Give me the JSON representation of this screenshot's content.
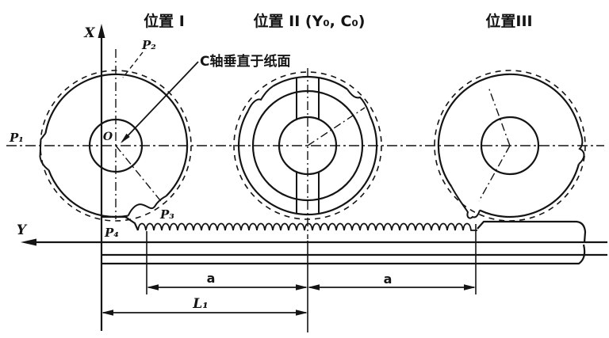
{
  "diagram": {
    "positions": {
      "pos1_label": "位置 I",
      "pos2_label": "位置 II (Y₀, C₀)",
      "pos3_label": "位置III"
    },
    "axes": {
      "x_label": "X",
      "y_label": "Y",
      "origin_label": "O"
    },
    "points": {
      "p1": "P₁",
      "p2": "P₂",
      "p3": "P₃",
      "p4": "P₄"
    },
    "annotations": {
      "c_axis_note": "C轴垂直于纸面"
    },
    "dimensions": {
      "a_left": "a",
      "a_right": "a",
      "l1": "L₁"
    },
    "colors": {
      "line": "#141414",
      "background": "#ffffff"
    }
  }
}
